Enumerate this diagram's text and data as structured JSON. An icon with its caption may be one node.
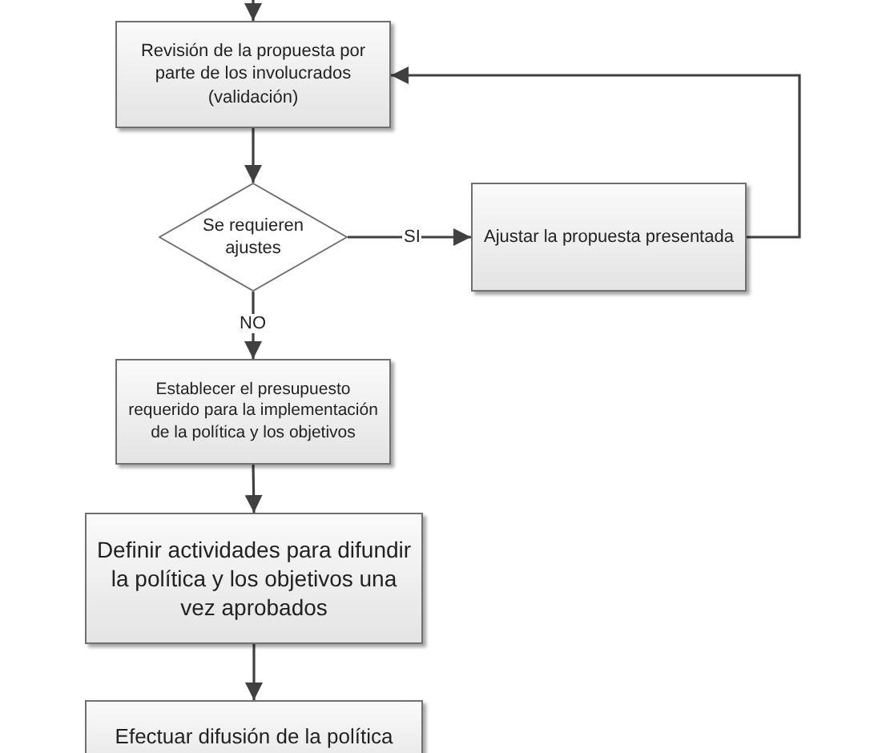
{
  "diagram": {
    "nodes": [
      {
        "text": [
          "Revisión de la propuesta por parte de los involucrados (validación)"
        ]
      },
      {
        "text": [
          "Se requieren ajustes"
        ]
      },
      {
        "text": [
          "Ajustar la propuesta presentada"
        ]
      },
      {
        "text": [
          "Establecer el presupuesto requerido para la implementación de la política y los objetivos"
        ]
      },
      {
        "text": [
          "Definir actividades para difundir la política y los objetivos una vez aprobados"
        ]
      },
      {
        "text": [
          "Efectuar difusión de la política"
        ]
      }
    ],
    "edges": [
      {
        "from": null,
        "to": 0,
        "arrow": "to"
      },
      {
        "from": 0,
        "to": 1,
        "arrow": "to"
      },
      {
        "from": 1,
        "to": 2,
        "arrow": "to",
        "label": "SI"
      },
      {
        "from": 2,
        "to": 0,
        "arrow": "to"
      },
      {
        "from": 1,
        "to": 3,
        "arrow": "to",
        "label": "NO"
      },
      {
        "from": 3,
        "to": 4,
        "arrow": "to"
      },
      {
        "from": 4,
        "to": 5,
        "arrow": "to"
      }
    ]
  }
}
